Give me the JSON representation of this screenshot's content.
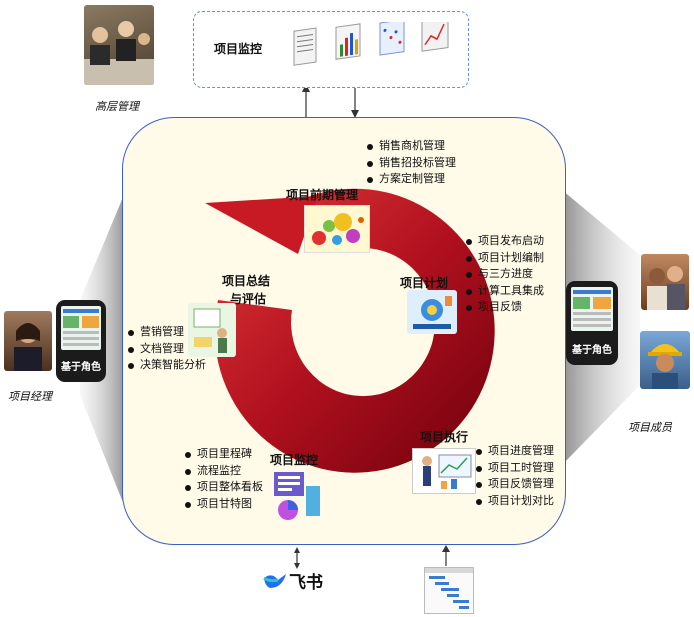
{
  "top_monitor": {
    "title": "项目监控"
  },
  "roles": {
    "senior": "高层管理",
    "manager": "项目经理",
    "member": "项目成员",
    "role_based_left": "基于角色",
    "role_based_right": "基于角色"
  },
  "stages": {
    "pre": {
      "label": "项目前期管理",
      "items": [
        "销售商机管理",
        "销售招投标管理",
        "方案定制管理"
      ]
    },
    "plan": {
      "label": "项目计划",
      "items": [
        "项目发布启动",
        "项目计划编制",
        "与三方进度",
        "计算工具集成",
        "项目反馈"
      ]
    },
    "execute": {
      "label": "项目执行",
      "items": [
        "项目进度管理",
        "项目工时管理",
        "项目反馈管理",
        "项目计划对比"
      ]
    },
    "monitor": {
      "label": "项目监控",
      "items": [
        "项目里程碑",
        "流程监控",
        "项目整体看板",
        "项目甘特图"
      ]
    },
    "summary": {
      "label_line1": "项目总结",
      "label_line2": "与评估",
      "items": [
        "营销管理",
        "文档管理",
        "决策智能分析"
      ]
    }
  },
  "bottom": {
    "brand": "飞书"
  },
  "colors": {
    "cycle_dark": "#7a0010",
    "cycle_light": "#e03030",
    "panel_fill": "#fffbe8",
    "panel_border": "#3a5fc8",
    "top_box_border": "#6a8fd8"
  }
}
